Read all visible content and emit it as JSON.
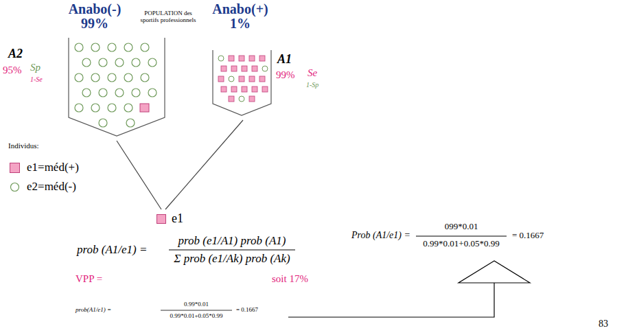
{
  "diagram": {
    "nodes": [
      {
        "text": [
          "Anabo(-) 99%"
        ]
      },
      {
        "text": [
          "Anabo(+) 1%"
        ]
      },
      {
        "text": [
          "e1"
        ]
      }
    ],
    "edges": [
      {
        "from": 0,
        "to": 2,
        "arrow": "none"
      },
      {
        "from": 1,
        "to": 2,
        "arrow": "none"
      }
    ],
    "labels": [
      "POPULATION des sportifs professionnels",
      "A2",
      "95%",
      "Sp",
      "1-Se",
      "A1",
      "99%",
      "Se",
      "1-Sp",
      "Individus:",
      "prob (A1/e1) =",
      "prob (e1/A1) prob (A1)",
      "Σ prob (e1/Ak) prob (Ak)",
      "VPP =",
      "soit 17%",
      "prob(A1/e1) =",
      "0.99*0.01",
      "0.99*0.01+0.05*0.99",
      "= 0.1667",
      "Prob (A1/e1) =",
      "099*0.01",
      "= 0.1667",
      "0.99*0.01+0.05*0.99",
      "83"
    ],
    "legend": [
      {
        "text": "e1=méd(+)",
        "color": "#f4a3c4"
      },
      {
        "text": "e2=méd(-)"
      }
    ]
  }
}
